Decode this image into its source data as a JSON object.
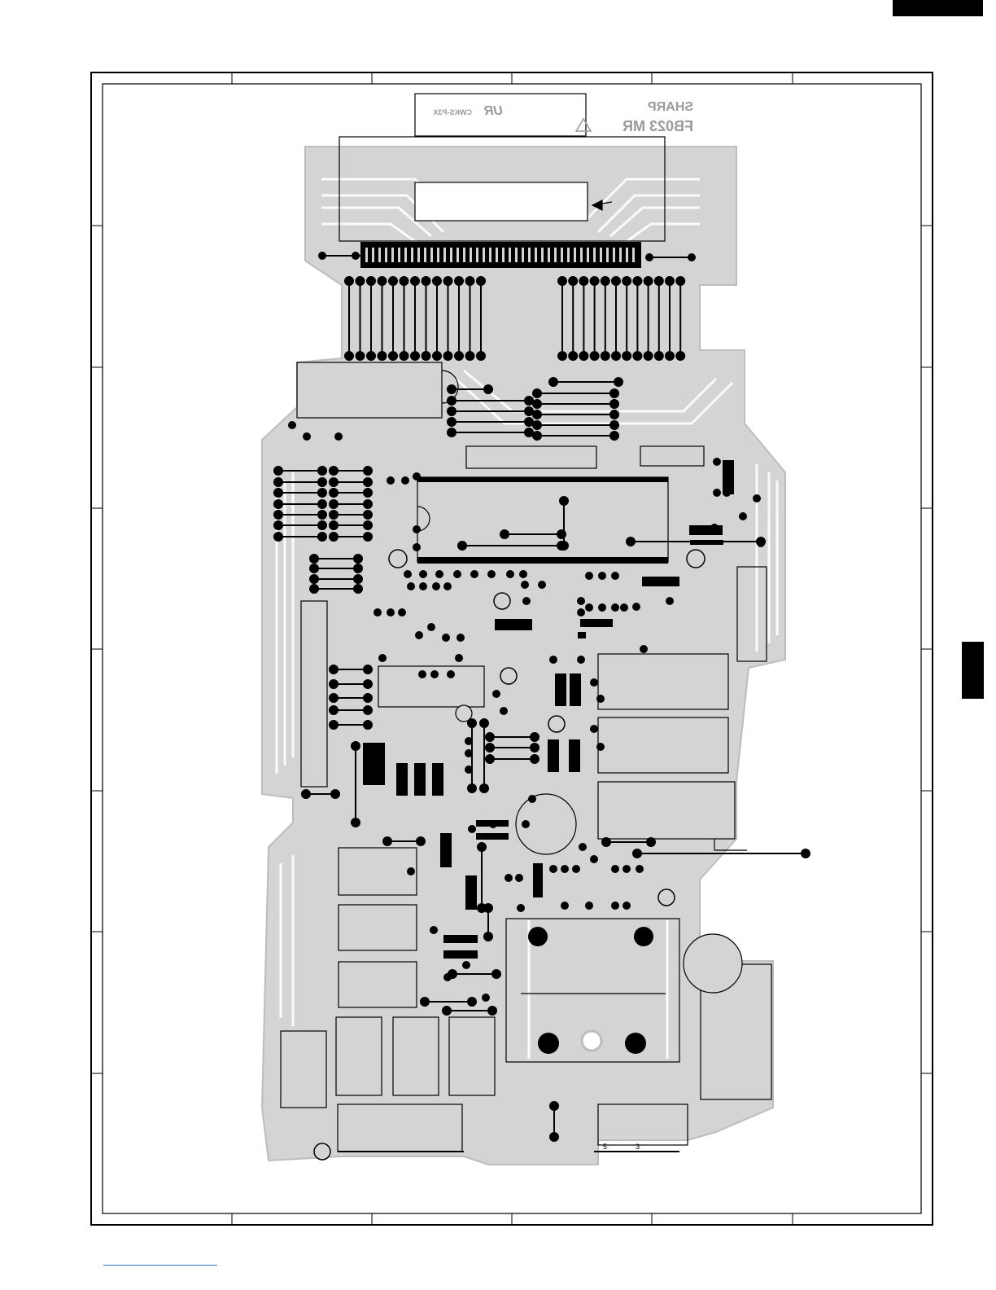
{
  "document": {
    "silkscreen_brand": "SHARP",
    "silkscreen_model": "FB023 MR",
    "silkscreen_part": "CWKS-P3X",
    "ul_mark": "UR",
    "connector_pin_labels": [
      "5",
      "3"
    ]
  },
  "colors": {
    "copper_trace": "#c9c9c9",
    "component_ink": "#000000",
    "background": "#ffffff",
    "link_line": "#3b6fd8"
  },
  "icons": {
    "warning": "warning-triangle-icon",
    "ul": "ul-recognition-icon"
  }
}
